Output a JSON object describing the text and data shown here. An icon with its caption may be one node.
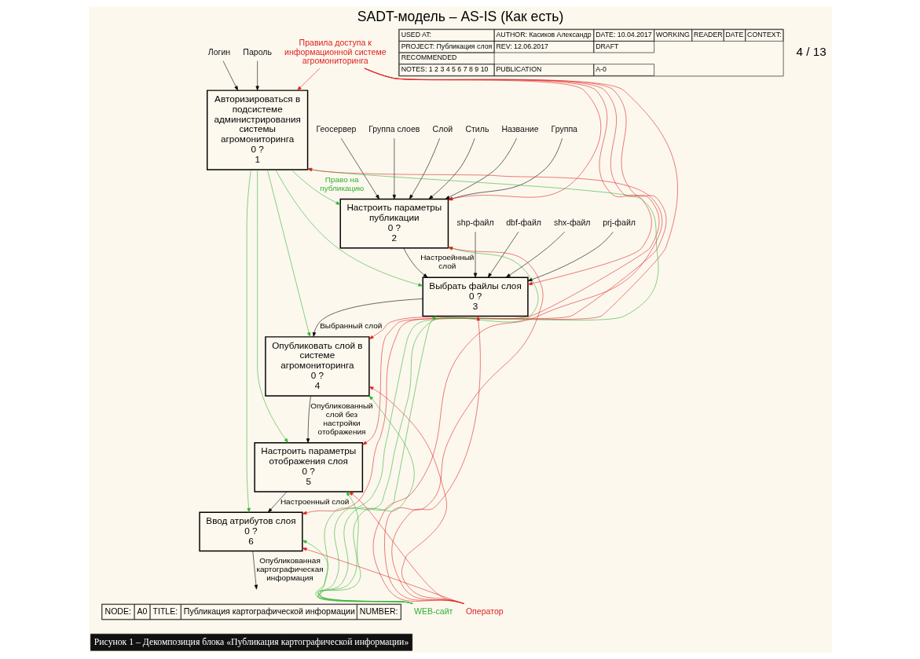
{
  "diagram": {
    "title": "SADT-модель – AS-IS (Как есть)",
    "caption": "Рисунок 1 – Декомпозиция блока «Публикация картографической информации»",
    "nodes": [
      {
        "text": [
          "Авторизироваться в подсистеме администрирования системы агромониторинга",
          "0 ?",
          "1"
        ]
      },
      {
        "text": [
          "Настроить параметры публикации",
          "0 ?",
          "2"
        ]
      },
      {
        "text": [
          "Выбрать файлы слоя",
          "0 ?",
          "3"
        ]
      },
      {
        "text": [
          "Опубликовать слой в системе агромониторинга",
          "0 ?",
          "4"
        ]
      },
      {
        "text": [
          "Настроить параметры отображения слоя",
          "0 ?",
          "5"
        ]
      },
      {
        "text": [
          "Ввод атрибутов слоя",
          "0 ?",
          "6"
        ]
      },
      {
        "text": [
          "Логин"
        ]
      },
      {
        "text": [
          "Пароль"
        ]
      },
      {
        "text": [
          "Геосервер"
        ]
      },
      {
        "text": [
          "Группа слоев"
        ]
      },
      {
        "text": [
          "Слой"
        ]
      },
      {
        "text": [
          "Стиль"
        ]
      },
      {
        "text": [
          "Название"
        ]
      },
      {
        "text": [
          "Группа"
        ]
      },
      {
        "text": [
          "shp-файл"
        ]
      },
      {
        "text": [
          "dbf-файл"
        ]
      },
      {
        "text": [
          "shx-файл"
        ]
      },
      {
        "text": [
          "prj-файл"
        ]
      },
      {
        "text": [
          "Правила доступа к информационной системе агромониторинга"
        ]
      },
      {
        "text": [
          "WEB-сайт"
        ]
      },
      {
        "text": [
          "Оператор"
        ]
      }
    ],
    "edges": [
      {
        "from": 6,
        "to": 0,
        "arrow": "to"
      },
      {
        "from": 7,
        "to": 0,
        "arrow": "to"
      },
      {
        "from": 18,
        "to": 0,
        "arrow": "to",
        "color": "#e02020"
      },
      {
        "from": 18,
        "to": 1,
        "arrow": "to",
        "color": "#e02020"
      },
      {
        "from": 18,
        "to": 2,
        "arrow": "to",
        "color": "#e02020"
      },
      {
        "from": 18,
        "to": 3,
        "arrow": "to",
        "color": "#e02020"
      },
      {
        "from": 18,
        "to": 4,
        "arrow": "to",
        "color": "#e02020"
      },
      {
        "from": 18,
        "to": 5,
        "arrow": "to",
        "color": "#e02020"
      },
      {
        "from": 0,
        "to": 1,
        "arrow": "to",
        "color": "#33b033",
        "label": "Право на публикацию"
      },
      {
        "from": 0,
        "to": 2,
        "arrow": "to",
        "color": "#33b033"
      },
      {
        "from": 0,
        "to": 3,
        "arrow": "to",
        "color": "#33b033"
      },
      {
        "from": 0,
        "to": 4,
        "arrow": "to",
        "color": "#33b033"
      },
      {
        "from": 0,
        "to": 5,
        "arrow": "to",
        "color": "#33b033"
      },
      {
        "from": 8,
        "to": 1,
        "arrow": "to"
      },
      {
        "from": 9,
        "to": 1,
        "arrow": "to"
      },
      {
        "from": 10,
        "to": 1,
        "arrow": "to"
      },
      {
        "from": 11,
        "to": 1,
        "arrow": "to"
      },
      {
        "from": 12,
        "to": 1,
        "arrow": "to"
      },
      {
        "from": 13,
        "to": 1,
        "arrow": "to"
      },
      {
        "from": 1,
        "to": 2,
        "arrow": "to",
        "label": "Настроейнный слой"
      },
      {
        "from": 14,
        "to": 2,
        "arrow": "to"
      },
      {
        "from": 15,
        "to": 2,
        "arrow": "to"
      },
      {
        "from": 16,
        "to": 2,
        "arrow": "to"
      },
      {
        "from": 17,
        "to": 2,
        "arrow": "to"
      },
      {
        "from": 2,
        "to": 3,
        "arrow": "to",
        "label": "Выбранный слой"
      },
      {
        "from": 3,
        "to": 4,
        "arrow": "to",
        "label": "Опубликованный слой без настройки отображения"
      },
      {
        "from": 4,
        "to": 5,
        "arrow": "to",
        "label": "Настроенный слой"
      },
      {
        "from": 5,
        "to": null,
        "arrow": "to",
        "label": "Опубликованная картографическая информация"
      },
      {
        "from": 19,
        "to": 0,
        "arrow": "to",
        "color": "#33b033"
      },
      {
        "from": 19,
        "to": 1,
        "arrow": "to",
        "color": "#33b033"
      },
      {
        "from": 19,
        "to": 2,
        "arrow": "to",
        "color": "#33b033"
      },
      {
        "from": 19,
        "to": 3,
        "arrow": "to",
        "color": "#33b033"
      },
      {
        "from": 19,
        "to": 4,
        "arrow": "to",
        "color": "#33b033"
      },
      {
        "from": 19,
        "to": 5,
        "arrow": "to",
        "color": "#33b033"
      },
      {
        "from": 20,
        "to": 0,
        "arrow": "to",
        "color": "#e02020"
      },
      {
        "from": 20,
        "to": 1,
        "arrow": "to",
        "color": "#e02020"
      },
      {
        "from": 20,
        "to": 2,
        "arrow": "to",
        "color": "#e02020"
      },
      {
        "from": 20,
        "to": 3,
        "arrow": "to",
        "color": "#e02020"
      },
      {
        "from": 20,
        "to": 4,
        "arrow": "to",
        "color": "#e02020"
      },
      {
        "from": 20,
        "to": 5,
        "arrow": "to",
        "color": "#e02020"
      }
    ],
    "labels": [
      "4 / 13",
      "USED AT:",
      "AUTHOR: Касиков Александр",
      "DATE: 10.04.2017",
      "WORKING",
      "READER",
      "DATE",
      "CONTEXT:",
      "PROJECT: Публикация слоя",
      "REV: 12.06.2017",
      "DRAFT",
      "RECOMMENDED",
      "NOTES: 1 2 3 4 5 6 7 8 9 10",
      "PUBLICATION",
      "A-0",
      "NODE:",
      "A0",
      "TITLE:",
      "Публикация картографической информации",
      "NUMBER:"
    ]
  }
}
